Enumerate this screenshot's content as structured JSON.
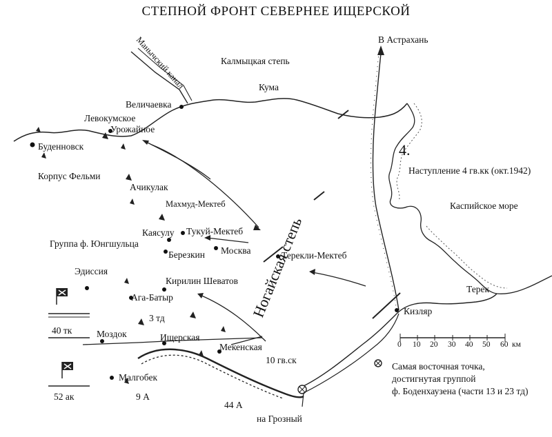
{
  "title": "СТЕПНОЙ ФРОНТ СЕВЕРНЕЕ ИЩЕРСКОЙ",
  "labels": {
    "manych_canal": "Манычский канал",
    "kalmyk_steppe": "Калмыцкая степь",
    "to_astrakhan": "В Астрахань",
    "kuma": "Кума",
    "velichaevka": "Величаевка",
    "levokumskoe": "Левокумское",
    "urozhaynoe": "Урожайное",
    "budennovsk": "Буденновск",
    "korpus_felmi": "Корпус Фельми",
    "achikulak": "Ачикулак",
    "makhmud_mekteb": "Махмуд-Мектеб",
    "kayasulu": "Каясулу",
    "tukuy_mekteb": "Тукуй-Мектеб",
    "gruppa_yungshultsa": "Группа ф. Юнгшульца",
    "berezkin": "Березкин",
    "moskva": "Москва",
    "terekli_mekteb": "Терекли-Мектеб",
    "nogai_steppe": "Ногайская степь",
    "edissiya": "Эдиссия",
    "kirilin_shevatov": "Кирилин Шеватов",
    "aga_batyr": "Ага-Батыр",
    "td3": "3 тд",
    "tk40": "40 тк",
    "mozdok": "Моздок",
    "ishcherskaya": "Ищерская",
    "mekenskaya": "Мекенская",
    "gvsk10": "10 гв.ск",
    "malgobek": "Малгобек",
    "ak52": "52 ак",
    "army9": "9 А",
    "army44": "44 А",
    "to_grozny": "на Грозный",
    "kizlyar": "Кизляр",
    "terek": "Терек",
    "caspian_sea": "Каспийское море",
    "offensive_4": "Наступление 4 гв.кк (окт.1942)",
    "num4": "4.",
    "east_point_1": "Самая восточная точка,",
    "east_point_2": "достигнутая группой",
    "east_point_3": "ф. Боденхаузена (части 13 и 23 тд)"
  },
  "scale": {
    "ticks": [
      "0",
      "10",
      "20",
      "30",
      "40",
      "50",
      "60"
    ],
    "unit": "км"
  },
  "icons": {
    "flag": "flag-icon",
    "east_point": "crossed-circle-icon",
    "town": "dot-icon"
  }
}
